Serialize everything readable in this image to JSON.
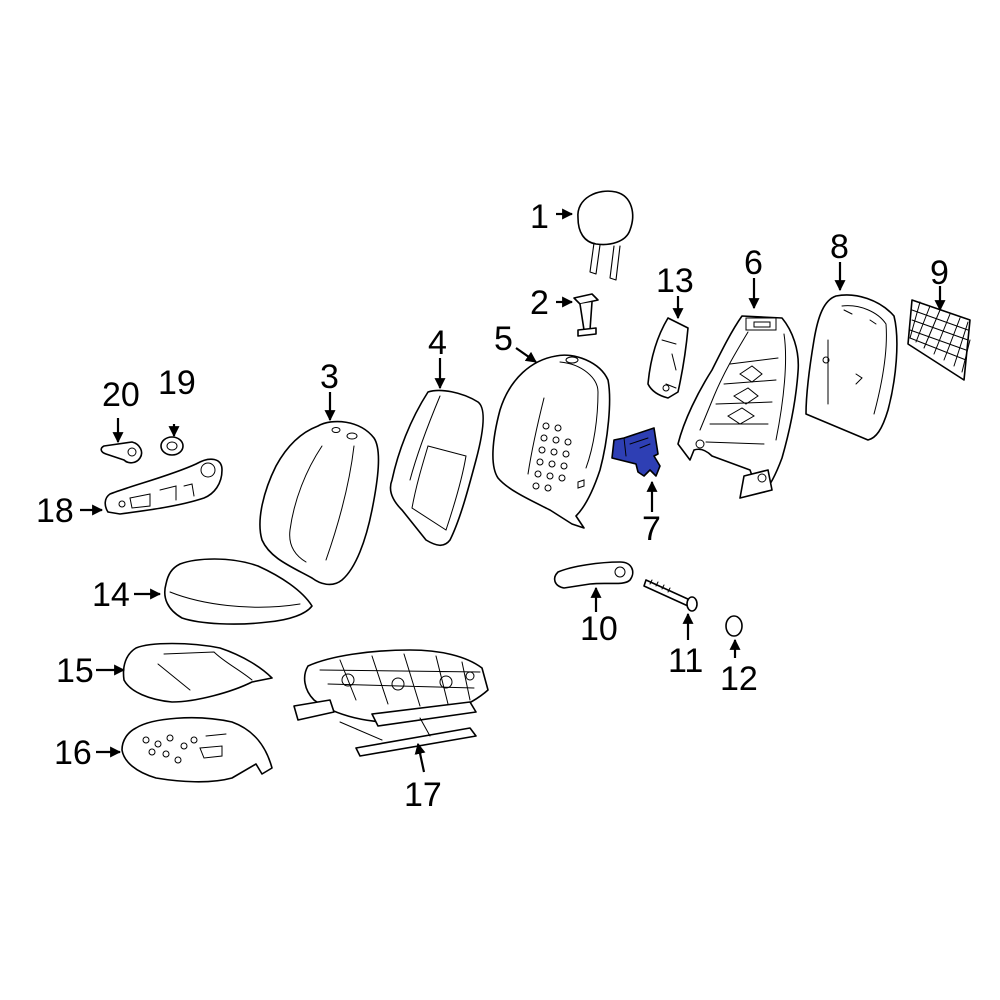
{
  "colors": {
    "line": "#000000",
    "background": "#ffffff",
    "highlight_part": "#2e3fb4"
  },
  "highlighted_callout": "7",
  "callouts": {
    "c1": "1",
    "c2": "2",
    "c3": "3",
    "c4": "4",
    "c5": "5",
    "c6": "6",
    "c7": "7",
    "c8": "8",
    "c9": "9",
    "c10": "10",
    "c11": "11",
    "c12": "12",
    "c13": "13",
    "c14": "14",
    "c15": "15",
    "c16": "16",
    "c17": "17",
    "c18": "18",
    "c19": "19",
    "c20": "20"
  }
}
